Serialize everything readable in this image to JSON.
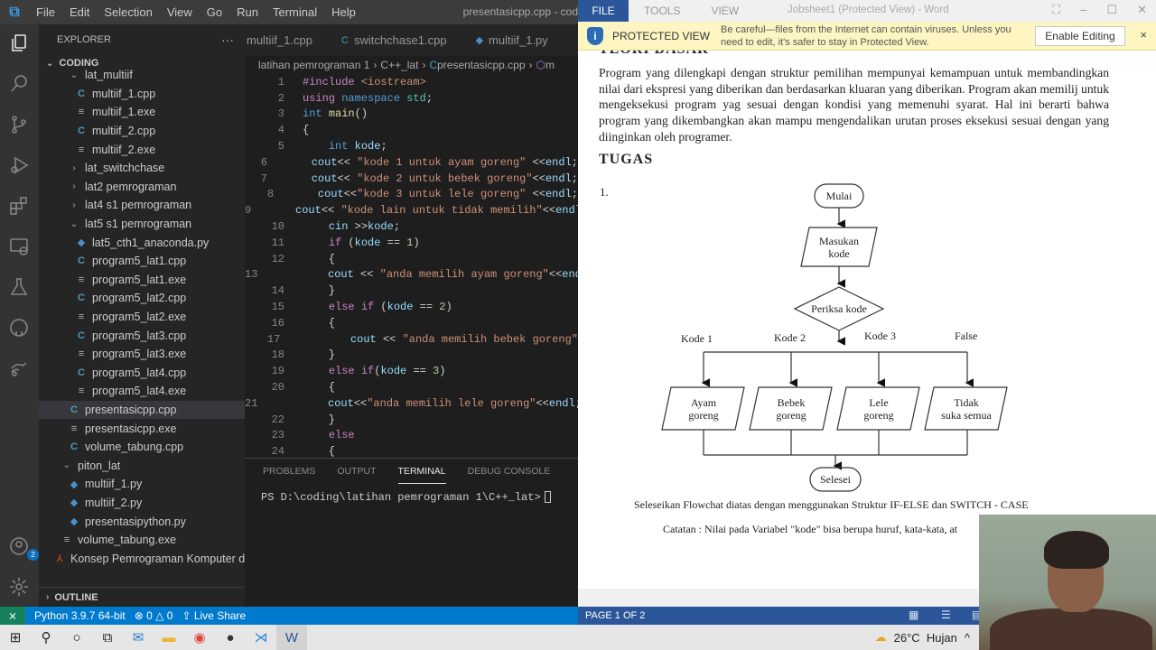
{
  "vscode": {
    "menu": [
      "File",
      "Edit",
      "Selection",
      "View",
      "Go",
      "Run",
      "Terminal",
      "Help"
    ],
    "window_title": "presentasicpp.cpp - cod",
    "activity_icons": [
      "explorer",
      "search",
      "source-control",
      "run-debug",
      "extensions",
      "remote-explorer",
      "testing",
      "github",
      "live-share",
      "accounts",
      "settings"
    ],
    "accounts_badge": "2",
    "explorer": {
      "title": "EXPLORER",
      "more": "···",
      "root": "CODING",
      "outline": "OUTLINE",
      "items": [
        {
          "label": "lat_multiif",
          "type": "folder-open",
          "indent": 2
        },
        {
          "label": "multiif_1.cpp",
          "type": "cpp",
          "indent": 3
        },
        {
          "label": "multiif_1.exe",
          "type": "exe",
          "indent": 3
        },
        {
          "label": "multiif_2.cpp",
          "type": "cpp",
          "indent": 3
        },
        {
          "label": "multiif_2.exe",
          "type": "exe",
          "indent": 3
        },
        {
          "label": "lat_switchchase",
          "type": "folder",
          "indent": 2
        },
        {
          "label": "lat2 pemrograman",
          "type": "folder",
          "indent": 2
        },
        {
          "label": "lat4 s1 pemrograman",
          "type": "folder",
          "indent": 2
        },
        {
          "label": "lat5 s1 pemrograman",
          "type": "folder-open",
          "indent": 2
        },
        {
          "label": "lat5_cth1_anaconda.py",
          "type": "py",
          "indent": 3
        },
        {
          "label": "program5_lat1.cpp",
          "type": "cpp",
          "indent": 3
        },
        {
          "label": "program5_lat1.exe",
          "type": "exe",
          "indent": 3
        },
        {
          "label": "program5_lat2.cpp",
          "type": "cpp",
          "indent": 3
        },
        {
          "label": "program5_lat2.exe",
          "type": "exe",
          "indent": 3
        },
        {
          "label": "program5_lat3.cpp",
          "type": "cpp",
          "indent": 3
        },
        {
          "label": "program5_lat3.exe",
          "type": "exe",
          "indent": 3
        },
        {
          "label": "program5_lat4.cpp",
          "type": "cpp",
          "indent": 3
        },
        {
          "label": "program5_lat4.exe",
          "type": "exe",
          "indent": 3
        },
        {
          "label": "presentasicpp.cpp",
          "type": "cpp",
          "indent": 2,
          "selected": true
        },
        {
          "label": "presentasicpp.exe",
          "type": "exe",
          "indent": 2
        },
        {
          "label": "volume_tabung.cpp",
          "type": "cpp",
          "indent": 2
        },
        {
          "label": "piton_lat",
          "type": "folder-open",
          "indent": 1
        },
        {
          "label": "multiif_1.py",
          "type": "py",
          "indent": 2
        },
        {
          "label": "multiif_2.py",
          "type": "py",
          "indent": 2
        },
        {
          "label": "presentasipython.py",
          "type": "py",
          "indent": 2
        },
        {
          "label": "volume_tabung.exe",
          "type": "exe",
          "indent": 1
        },
        {
          "label": "Konsep Pemrograman Komputer d...",
          "type": "pdf",
          "indent": 0
        }
      ]
    },
    "tabs": [
      {
        "label": "multiif_1.cpp",
        "icon": "cpp"
      },
      {
        "label": "switchchase1.cpp",
        "icon": "cpp"
      },
      {
        "label": "multiif_1.py",
        "icon": "py"
      }
    ],
    "breadcrumb": [
      "latihan pemrograman 1",
      "C++_lat",
      "presentasicpp.cpp",
      "m"
    ],
    "code_lines": [
      {
        "n": "1",
        "html": "<span class='pp'>#include</span> <span class='inc'>&lt;iostream&gt;</span>"
      },
      {
        "n": "2",
        "html": "<span class='ctl'>using</span> <span class='kw'>namespace</span> <span class='ty'>std</span>;"
      },
      {
        "n": "3",
        "html": "<span class='kw'>int</span> <span class='fn'>main</span>()"
      },
      {
        "n": "4",
        "html": "{"
      },
      {
        "n": "5",
        "html": "    <span class='kw'>int</span> <span class='var'>kode</span>;"
      },
      {
        "n": "6",
        "html": "    <span class='var'>cout</span>&lt;&lt; <span class='str'>\"kode 1 untuk ayam goreng\"</span> &lt;&lt;<span class='var'>endl</span>;"
      },
      {
        "n": "7",
        "html": "    <span class='var'>cout</span>&lt;&lt; <span class='str'>\"kode 2 untuk bebek goreng\"</span>&lt;&lt;<span class='var'>endl</span>;"
      },
      {
        "n": "8",
        "html": "    <span class='var'>cout</span>&lt;&lt;<span class='str'>\"kode 3 untuk lele goreng\"</span> &lt;&lt;<span class='var'>endl</span>;"
      },
      {
        "n": "9",
        "html": "    <span class='var'>cout</span>&lt;&lt; <span class='str'>\"kode lain untuk tidak memilih\"</span>&lt;&lt;<span class='var'>endl</span>;"
      },
      {
        "n": "10",
        "html": "    <span class='var'>cin</span> &gt;&gt;<span class='var'>kode</span>;"
      },
      {
        "n": "11",
        "html": "    <span class='ctl'>if</span> (<span class='var'>kode</span> == <span class='num'>1</span>)"
      },
      {
        "n": "12",
        "html": "    {"
      },
      {
        "n": "13",
        "html": "        <span class='var'>cout</span> &lt;&lt; <span class='str'>\"anda memilih ayam goreng\"</span>&lt;&lt;<span class='var'>endl</span>;"
      },
      {
        "n": "14",
        "html": "    }"
      },
      {
        "n": "15",
        "html": "    <span class='ctl'>else if</span> (<span class='var'>kode</span> == <span class='num'>2</span>)"
      },
      {
        "n": "16",
        "html": "    {"
      },
      {
        "n": "17",
        "html": "        <span class='var'>cout</span> &lt;&lt; <span class='str'>\"anda memilih bebek goreng\"</span>"
      },
      {
        "n": "18",
        "html": "    }"
      },
      {
        "n": "19",
        "html": "    <span class='ctl'>else if</span>(<span class='var'>kode</span> == <span class='num'>3</span>)"
      },
      {
        "n": "20",
        "html": "    {"
      },
      {
        "n": "21",
        "html": "        <span class='var'>cout</span>&lt;&lt;<span class='str'>\"anda memilih lele goreng\"</span>&lt;&lt;<span class='var'>endl</span>;"
      },
      {
        "n": "22",
        "html": "    }"
      },
      {
        "n": "23",
        "html": "    <span class='ctl'>else</span>"
      },
      {
        "n": "24",
        "html": "    {"
      }
    ],
    "panel_tabs": [
      "PROBLEMS",
      "OUTPUT",
      "TERMINAL",
      "DEBUG CONSOLE"
    ],
    "panel_active": "TERMINAL",
    "terminal_prompt": "PS D:\\coding\\latihan pemrograman 1\\C++_lat>",
    "status": {
      "python": "Python 3.9.7 64-bit",
      "errors": "0",
      "warnings": "0",
      "live_share": "Live Share"
    },
    "colors": {
      "statusbar": "#007acc",
      "remote": "#16825d",
      "activity": "#333333",
      "sidebar": "#252526"
    }
  },
  "word": {
    "ribbon_tabs": [
      "FILE",
      "TOOLS",
      "VIEW"
    ],
    "title": "Jobsheet1 (Protected View) - Word",
    "protected_view": {
      "label": "PROTECTED VIEW",
      "message": "Be careful—files from the Internet can contain viruses. Unless you need to edit, it's safer to stay in Protected View.",
      "button": "Enable Editing",
      "close": "×"
    },
    "document": {
      "heading_clipped": "TEORI DASAR",
      "paragraph": "Program yang dilengkapi dengan struktur pemilihan mempunyai kemampuan untuk membandingkan nilai dari ekspresi yang diberikan dan berdasarkan kluaran yang diberikan. Program akan memilij untuk mengeksekusi program yag sesuai dengan kondisi yang memenuhi syarat. Hal ini berarti bahwa program yang dikembangkan akan mampu mengendalikan urutan proses eksekusi sesuai dengan yang diinginkan oleh programer.",
      "tugas": "TUGAS",
      "item_number": "1.",
      "flowchart": {
        "start": "Mulai",
        "input_line1": "Masukan",
        "input_line2": "kode",
        "decision": "Periksa kode",
        "branch_labels": [
          "Kode 1",
          "Kode 2",
          "Kode 3",
          "False"
        ],
        "outputs": [
          {
            "l1": "Ayam",
            "l2": "goreng"
          },
          {
            "l1": "Bebek",
            "l2": "goreng"
          },
          {
            "l1": "Lele",
            "l2": "goreng"
          },
          {
            "l1": "Tidak",
            "l2": "suka semua"
          }
        ],
        "end": "Selesei"
      },
      "task": "Seleseikan Flowchat diatas dengan menggunakan Struktur IF-ELSE dan SWITCH - CASE",
      "note": "Catatan : Nilai pada Variabel \"kode\" bisa berupa huruf, kata-kata, at"
    },
    "status": {
      "page": "PAGE 1 OF 2"
    },
    "colors": {
      "accent": "#2b579a",
      "pv_bar": "#fdf6c3"
    }
  },
  "taskbar": {
    "icons": [
      "windows-start",
      "search",
      "cortana",
      "task-view",
      "mail",
      "file-explorer",
      "chrome",
      "obs",
      "vscode",
      "word"
    ],
    "weather": "26°C  Hujan",
    "tray_chevron": "^"
  }
}
